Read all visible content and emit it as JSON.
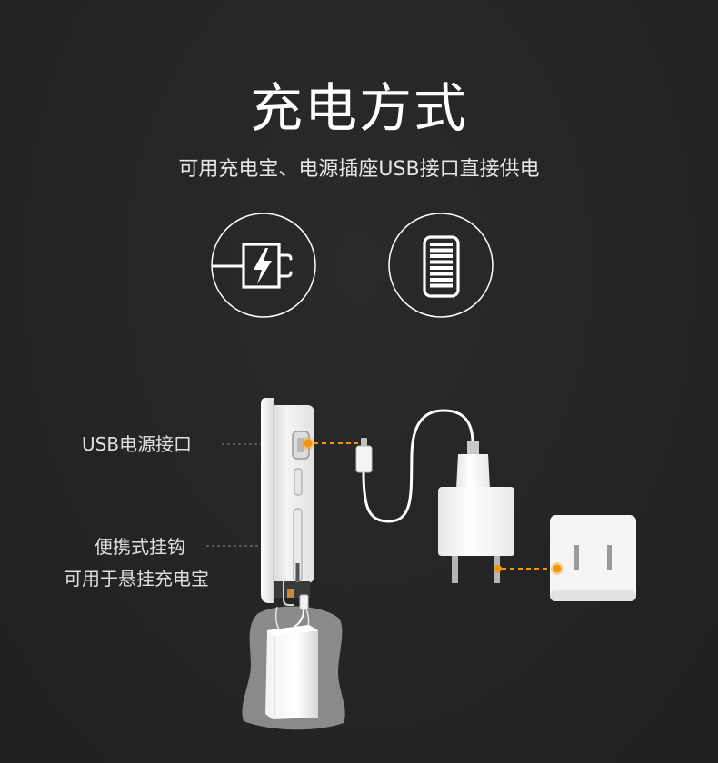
{
  "header": {
    "title": "充电方式",
    "subtitle": "可用充电宝、电源插座USB接口直接供电"
  },
  "icons": {
    "left": "charging-plug-icon",
    "right": "battery-icon"
  },
  "labels": {
    "usb_port": "USB电源接口",
    "hook": "便携式挂钩",
    "hook_desc": "可用于悬挂充电宝"
  },
  "colors": {
    "background": "#252525",
    "accent": "#f39800",
    "text": "#ffffff"
  }
}
